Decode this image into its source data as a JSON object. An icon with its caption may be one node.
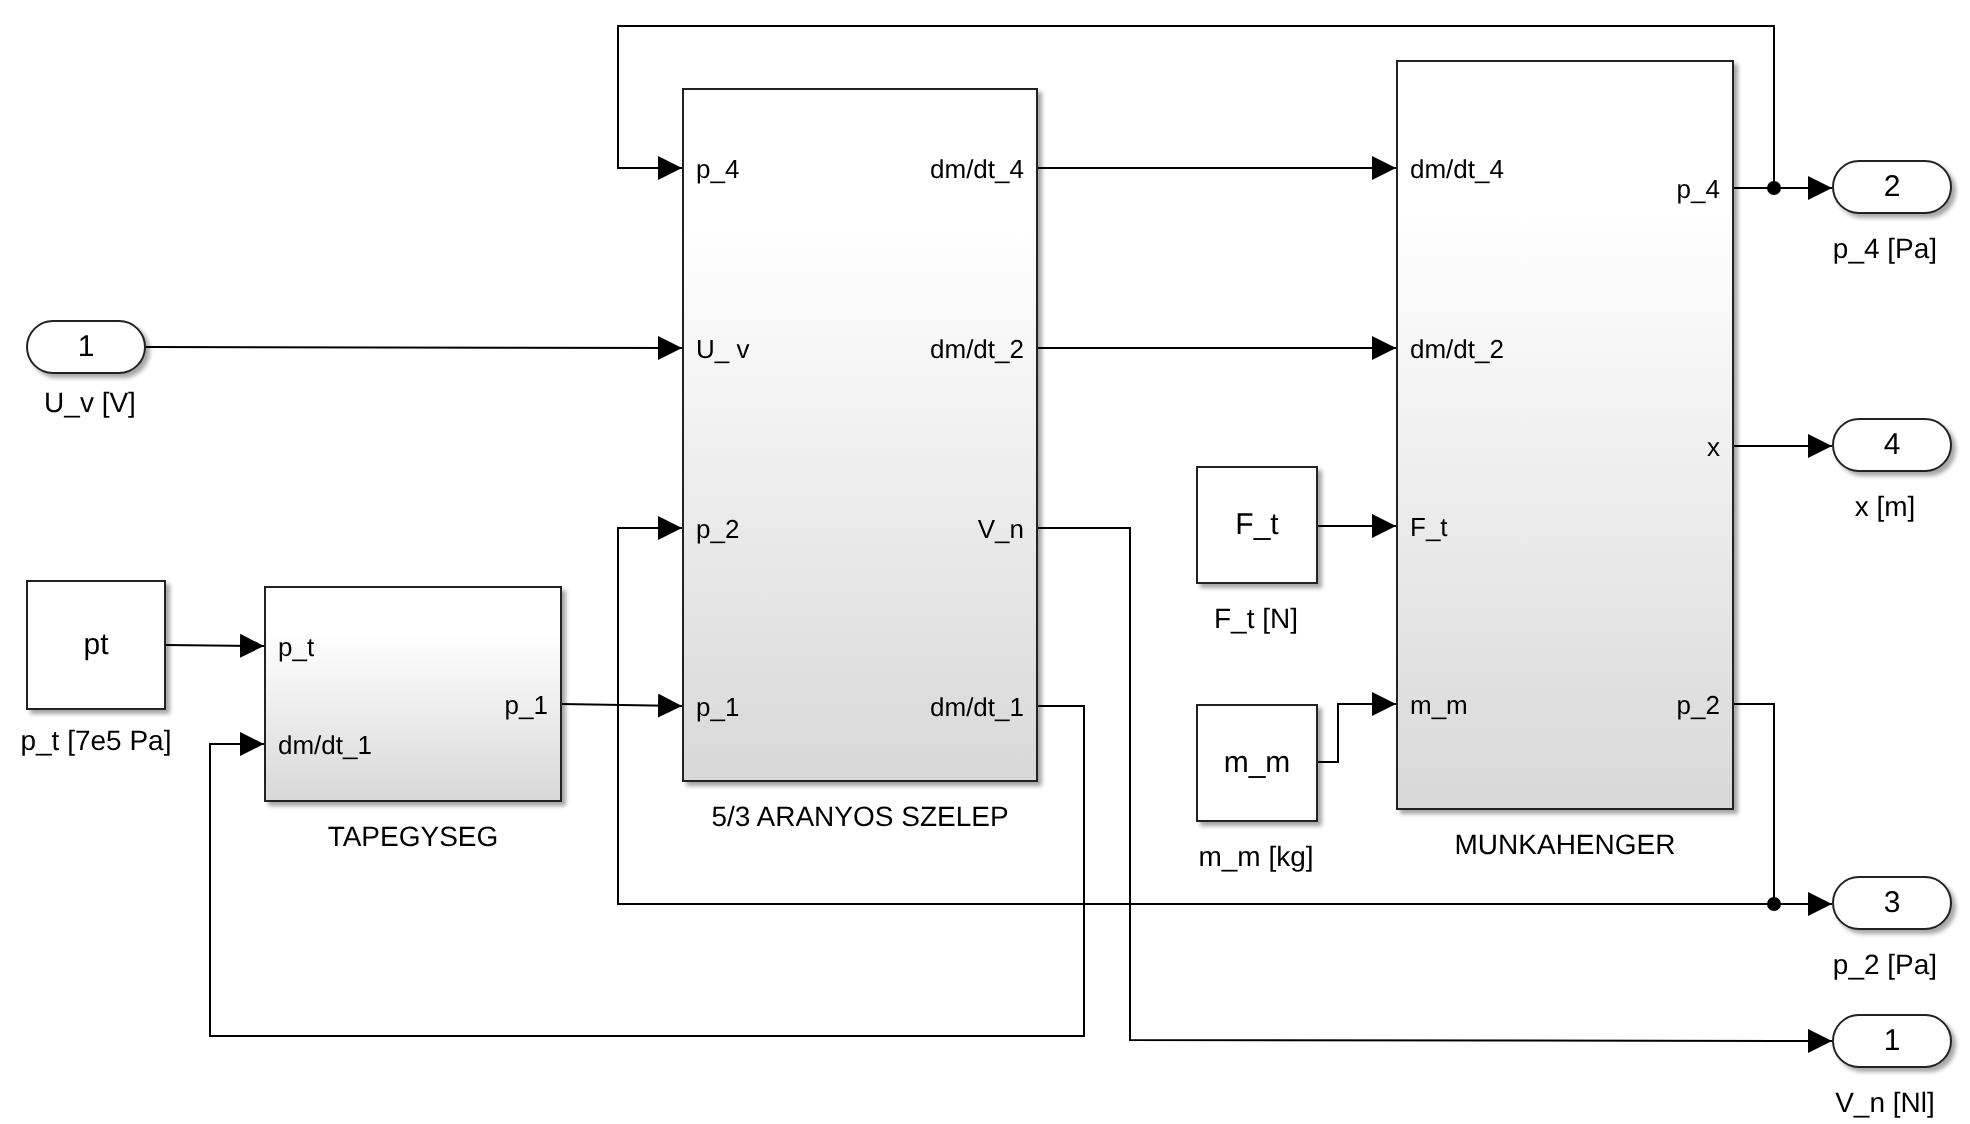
{
  "diagram": {
    "nodes": [
      {
        "text": [
          "1"
        ],
        "beside": [
          "U_v [V]"
        ]
      },
      {
        "text": [
          "pt"
        ],
        "beside": [
          "p_t [7e5 Pa]"
        ]
      },
      {
        "text": [
          "p_t",
          "dm/dt_1",
          "p_1"
        ],
        "beside": [
          "TAPEGYSEG"
        ]
      },
      {
        "text": [
          "p_4",
          "U_ v",
          "p_2",
          "p_1",
          "dm/dt_4",
          "dm/dt_2",
          "V_n",
          "dm/dt_1"
        ],
        "beside": [
          "5/3 ARANYOS SZELEP"
        ]
      },
      {
        "text": [
          "F_t"
        ],
        "beside": [
          "F_t [N]"
        ]
      },
      {
        "text": [
          "m_m"
        ],
        "beside": [
          "m_m [kg]"
        ]
      },
      {
        "text": [
          "dm/dt_4",
          "dm/dt_2",
          "F_t",
          "m_m",
          "p_4",
          "x",
          "p_2"
        ],
        "beside": [
          "MUNKAHENGER"
        ]
      },
      {
        "text": [
          "2"
        ],
        "beside": [
          "p_4 [Pa]"
        ]
      },
      {
        "text": [
          "4"
        ],
        "beside": [
          "x [m]"
        ]
      },
      {
        "text": [
          "3"
        ],
        "beside": [
          "p_2 [Pa]"
        ]
      },
      {
        "text": [
          "1"
        ],
        "beside": [
          "V_n [Nl]"
        ]
      }
    ],
    "edges": [
      {
        "from": 0,
        "to": 3,
        "arrow": "to"
      },
      {
        "from": 1,
        "to": 2,
        "arrow": "to"
      },
      {
        "from": 2,
        "to": 3,
        "arrow": "to"
      },
      {
        "from": 3,
        "to": 6,
        "arrow": "to"
      },
      {
        "from": 3,
        "to": 6,
        "arrow": "to"
      },
      {
        "from": 4,
        "to": 6,
        "arrow": "to"
      },
      {
        "from": 5,
        "to": 6,
        "arrow": "to"
      },
      {
        "from": 6,
        "to": 7,
        "arrow": "to"
      },
      {
        "from": 6,
        "to": 3,
        "arrow": "to"
      },
      {
        "from": 6,
        "to": 8,
        "arrow": "to"
      },
      {
        "from": 6,
        "to": 9,
        "arrow": "to"
      },
      {
        "from": 6,
        "to": 3,
        "arrow": "to"
      },
      {
        "from": 3,
        "to": 2,
        "arrow": "to"
      },
      {
        "from": 3,
        "to": 10,
        "arrow": "to"
      }
    ]
  }
}
